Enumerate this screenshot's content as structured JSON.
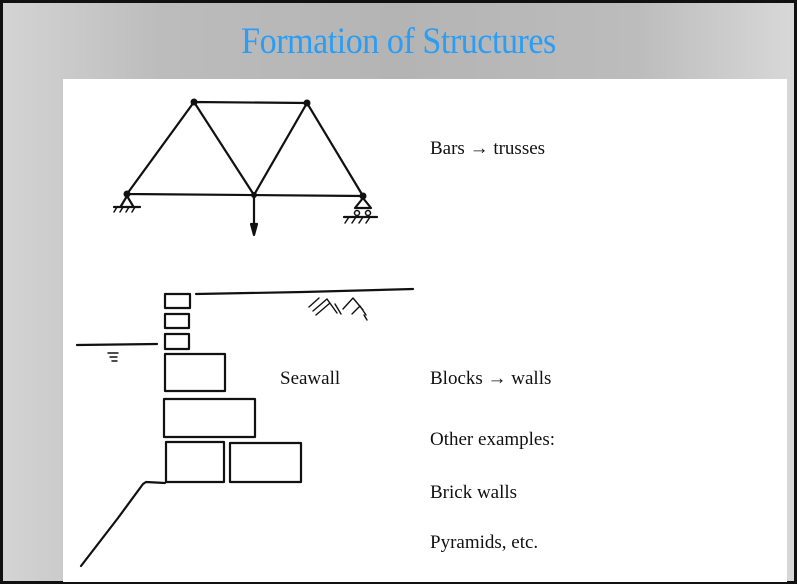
{
  "slide": {
    "title": "Formation of Structures",
    "truss_label": "Bars → trusses",
    "seawall_label": "Seawall",
    "walls_label": "Blocks → walls",
    "other_examples_label": "Other examples:",
    "examples": [
      "Brick walls",
      "Pyramids, etc."
    ]
  },
  "colors": {
    "title": "#2a9df4",
    "panel": "#ffffff"
  }
}
